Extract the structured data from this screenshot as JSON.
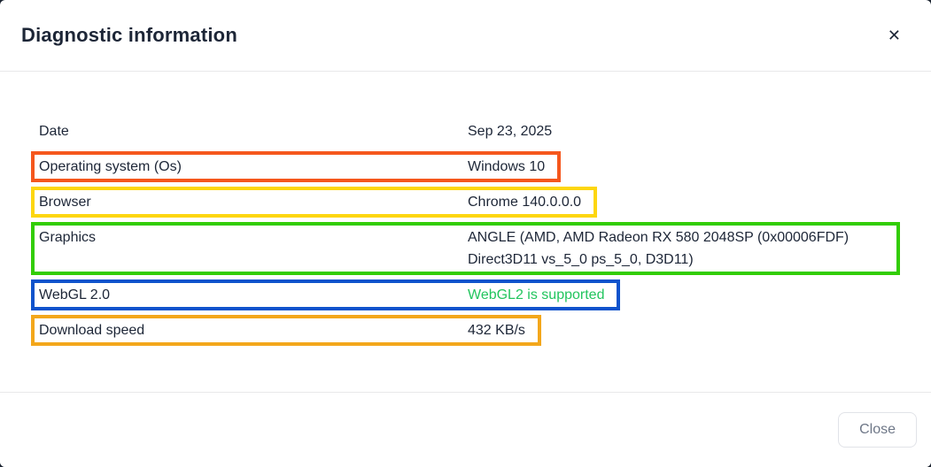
{
  "modal": {
    "title": "Diagnostic information",
    "close_icon": "✕",
    "footer": {
      "close_label": "Close"
    }
  },
  "colors": {
    "text_dark": "#1d2637",
    "os_border": "#f5571d",
    "browser_border": "#fdd60f",
    "graphics_border": "#32cd06",
    "webgl_border": "#0e53cc",
    "download_border": "#f3a71b",
    "webgl_value_text": "#22c55e"
  },
  "rows": [
    {
      "label": "Date",
      "value": "Sep 23, 2025",
      "border_color": "transparent",
      "value_color": "#1d2637"
    },
    {
      "label": "Operating system (Os)",
      "value": "Windows 10",
      "border_color": "#f5571d",
      "value_color": "#1d2637"
    },
    {
      "label": "Browser",
      "value": "Chrome 140.0.0.0",
      "border_color": "#fdd60f",
      "value_color": "#1d2637"
    },
    {
      "label": "Graphics",
      "value": "ANGLE (AMD, AMD Radeon RX 580 2048SP (0x00006FDF) Direct3D11 vs_5_0 ps_5_0, D3D11)",
      "border_color": "#32cd06",
      "value_color": "#1d2637"
    },
    {
      "label": "WebGL 2.0",
      "value": "WebGL2 is supported",
      "border_color": "#0e53cc",
      "value_color": "#22c55e"
    },
    {
      "label": "Download speed",
      "value": "432 KB/s",
      "border_color": "#f3a71b",
      "value_color": "#1d2637"
    }
  ]
}
